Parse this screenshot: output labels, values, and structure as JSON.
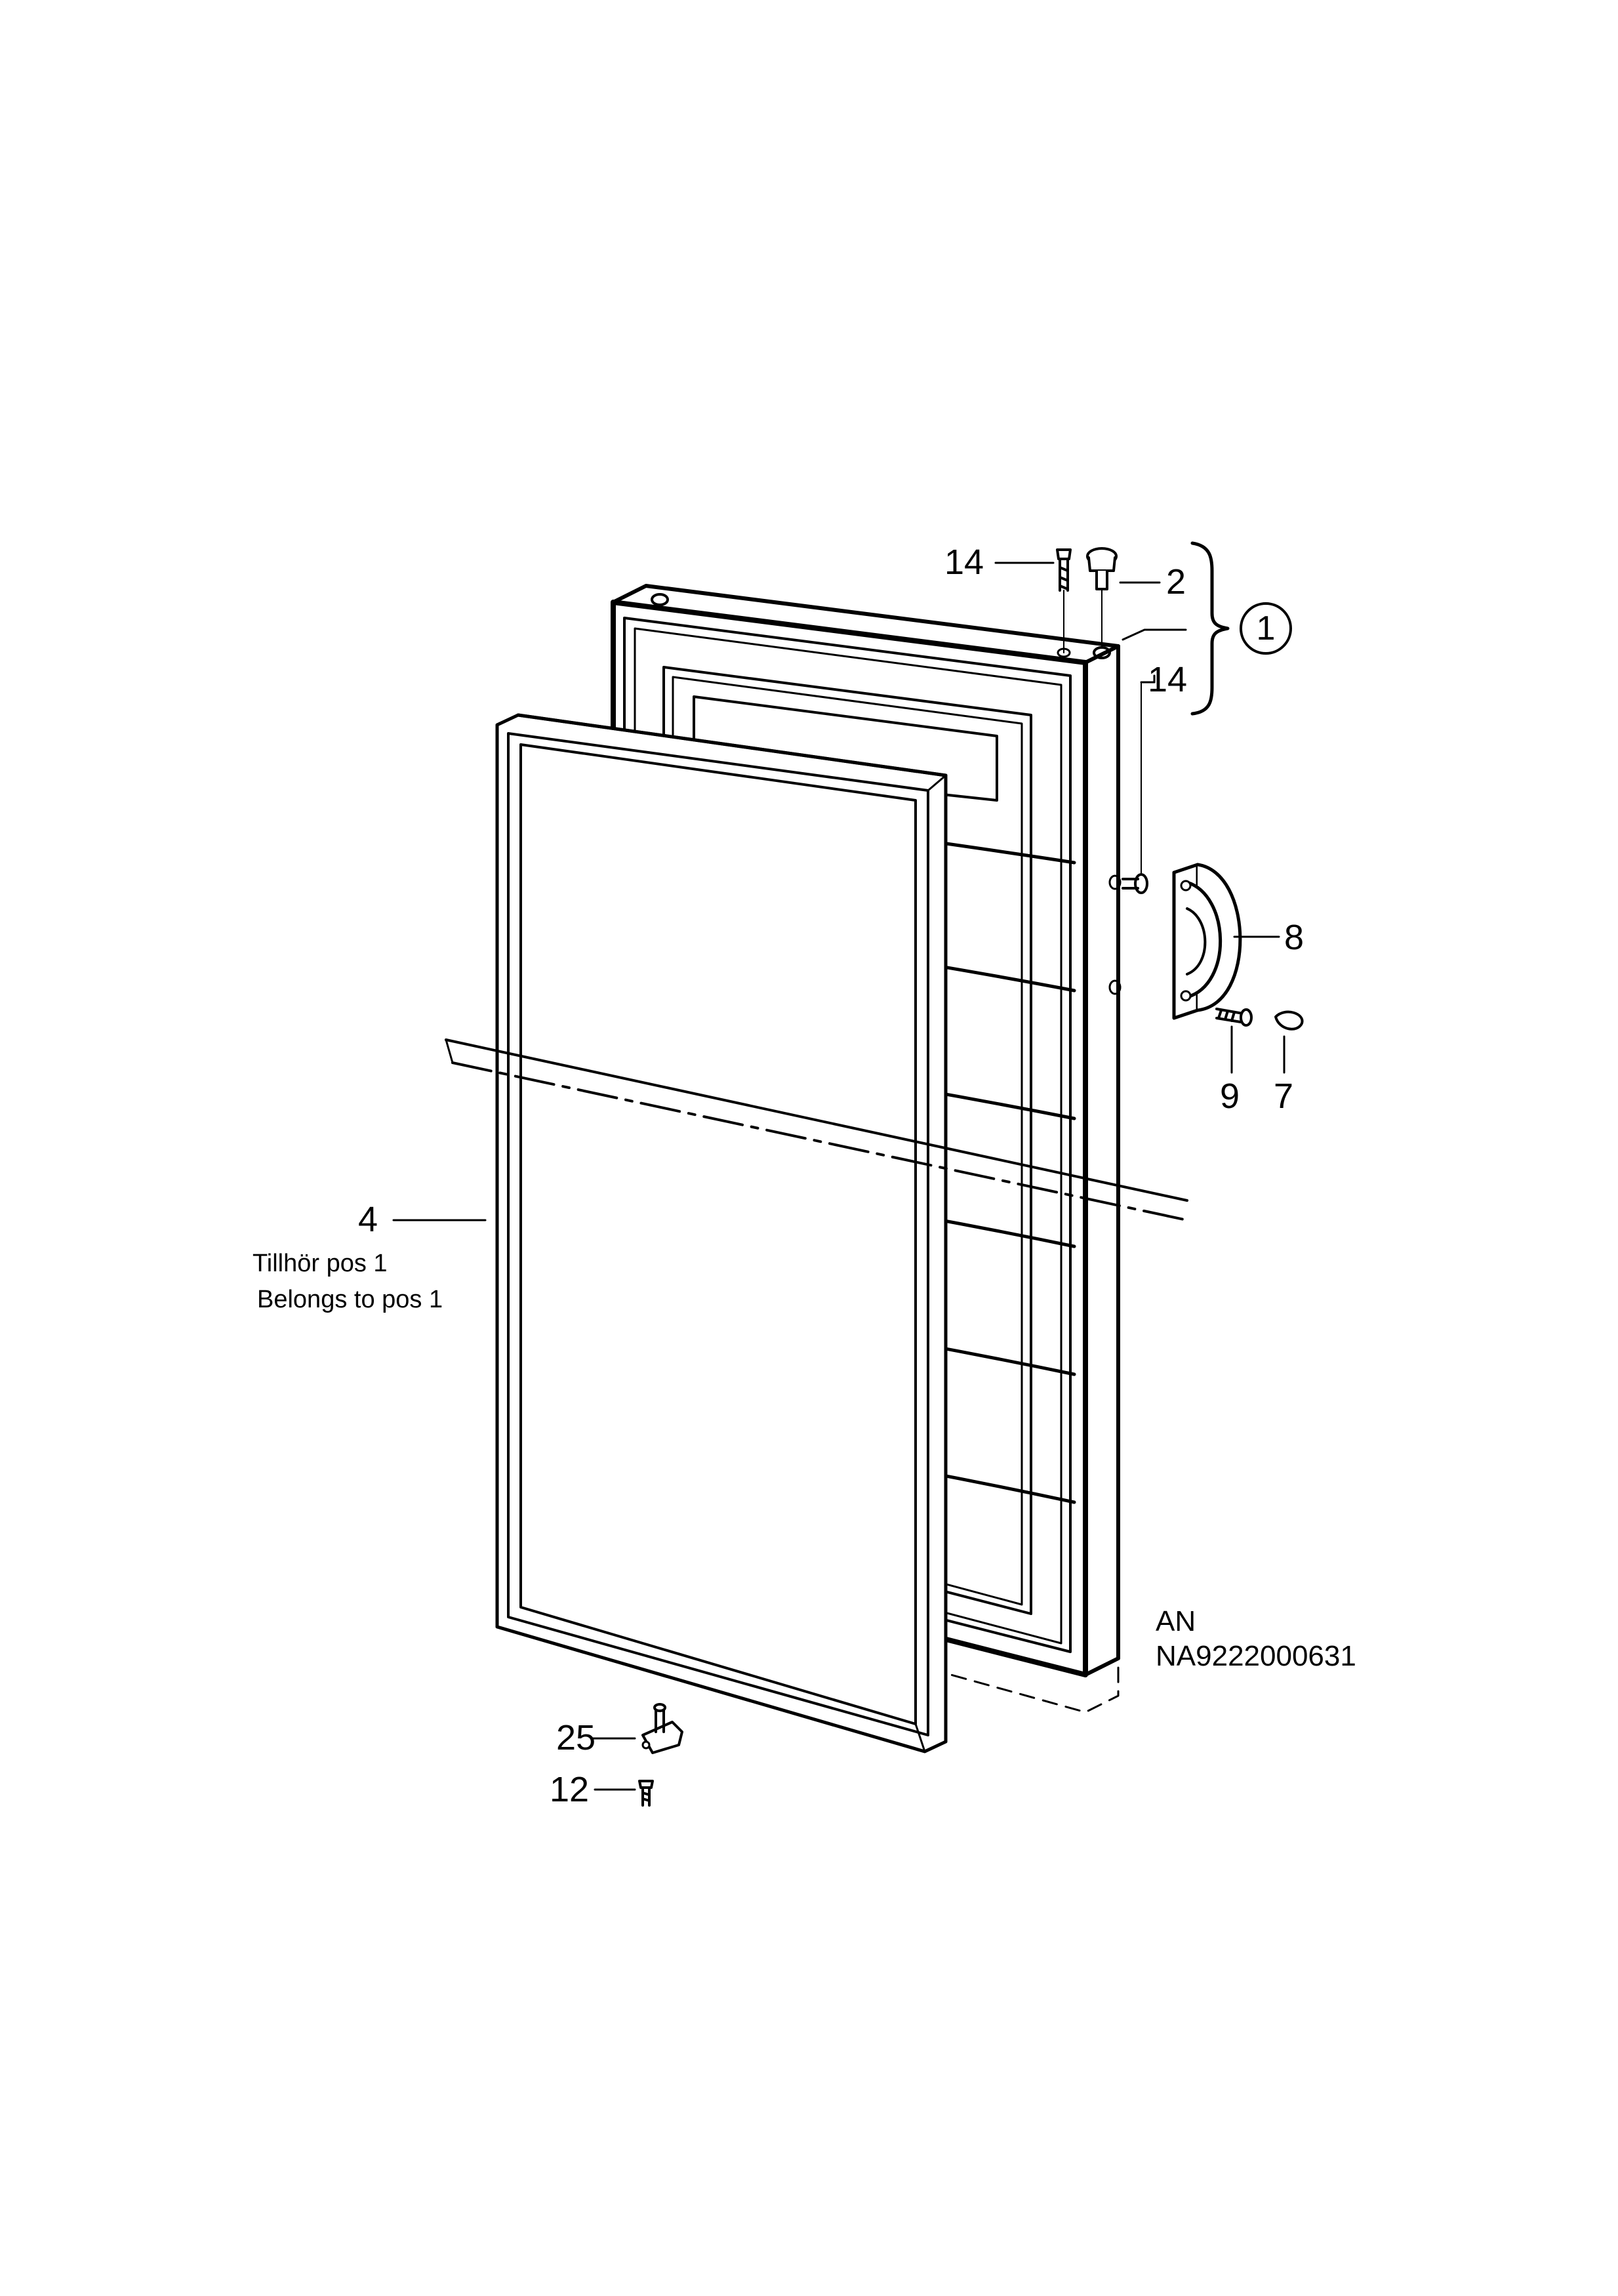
{
  "callouts": {
    "p14_top": "14",
    "p2": "2",
    "p1": "1",
    "p14_side": "14",
    "p8": "8",
    "p9": "9",
    "p7": "7",
    "p4": "4",
    "p25": "25",
    "p12": "12"
  },
  "note": {
    "line1": "Tillhör pos 1",
    "line2": "Belongs to pos 1"
  },
  "code": {
    "line1": "AN",
    "line2": "NA9222000631"
  }
}
